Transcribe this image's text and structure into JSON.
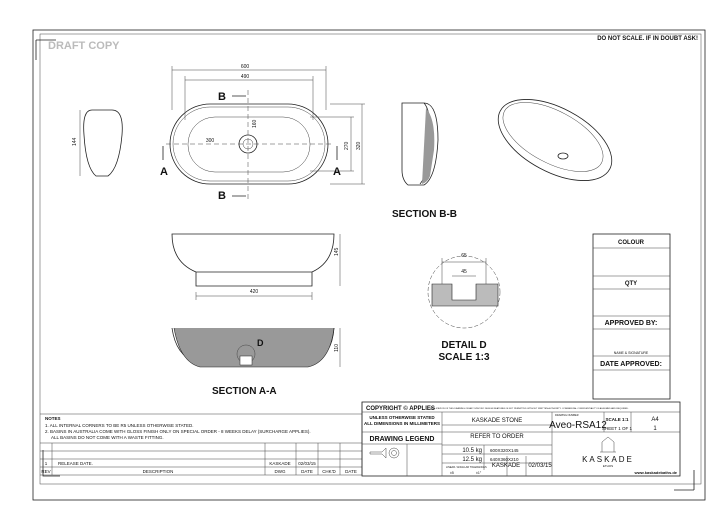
{
  "header": {
    "draft": "DRAFT COPY",
    "warning": "DO NOT SCALE. IF IN DOUBT ASK!"
  },
  "plan_view": {
    "dim_length": "600",
    "dim_inner_length": "490",
    "dim_hole_x": "300",
    "dim_hole_y": "160",
    "dim_inner_width": "270",
    "dim_width": "320",
    "section_a": "A",
    "section_b": "B"
  },
  "side_view": {
    "dim_height": "144"
  },
  "section_bb": {
    "title": "SECTION B-B"
  },
  "front_view": {
    "dim_base": "420",
    "dim_height": "145"
  },
  "section_aa": {
    "title": "SECTION A-A",
    "detail_marker": "D",
    "dim_depth": "110"
  },
  "detail_d": {
    "title": "DETAIL D",
    "scale": "SCALE 1:3",
    "dim_outer": "65",
    "dim_inner": "45"
  },
  "approval_panel": {
    "colour": "COLOUR",
    "qty": "QTY",
    "approved_by": "APPROVED BY:",
    "name_sig": "NAME & SIGNATURE",
    "date_approved": "DATE APPROVED:"
  },
  "notes": {
    "title": "NOTES",
    "items": [
      "1. ALL INTERNAL CORNERS TO BE R5 UNLESS OTHERWISE STATED.",
      "2. BASINS IN AUSTRALIA COME WITH GLOSS FINISH ONLY ON SPECIAL ORDER - 8 WEEKS DELAY (SURCHARGE APPLIES).",
      "ALL BASINS DO NOT COME WITH A WASTE FITTING."
    ]
  },
  "revisions": {
    "rows": [
      {
        "rev": "1",
        "description": "RELEASE DATE.",
        "dwg": "KASKADE",
        "date": "02/03/15",
        "chkd": "",
        "date2": ""
      }
    ],
    "headers": {
      "rev": "REV",
      "description": "DESCRIPTION",
      "dwg": "DWG",
      "date": "DATE",
      "chkd": "CHK'D",
      "date2": "DATE"
    }
  },
  "title_block": {
    "copyright": "COPYRIGHT © APPLIES",
    "copyright_note": "DUPLICATION OF THIS DRAWING OR ANY SPECIFIC DESIGN FEATURES IS NOT PERMITTED WITHOUT WRITTEN AUTHORITY. COMMERCIAL CONFIDENTIALITY IS ASSUMED AND REQUIRED.",
    "units_1": "UNLESS OTHERWISE STATED",
    "units_2": "ALL DIMENSIONS IN MILLIMETERS",
    "legend": "DRAWING LEGEND",
    "material": "KASKADE STONE",
    "finish": "REFER TO ORDER",
    "net_weight": "10.5 kg",
    "gross_weight": "12.5 kg",
    "product_size": "600X320X145",
    "package_size": "640X360X210",
    "tolerance": "LINEAR / ANGULAR TOLERANCES",
    "tol_value": "±5",
    "tol_angle": "±1°",
    "drawn_by": "KASKADE",
    "drawn_date": "02/03/15",
    "drawing_number_label": "DRAWING NUMBER",
    "drawing_number": "Aveo-RSA12",
    "scale": "SCALE 1:1",
    "size": "A4",
    "sheet": "SHEET 1 OF 1",
    "rev": "1",
    "brand": "KASKADE",
    "brand_sub": "ETHOS",
    "website": "www.kaskadebaths.de"
  }
}
